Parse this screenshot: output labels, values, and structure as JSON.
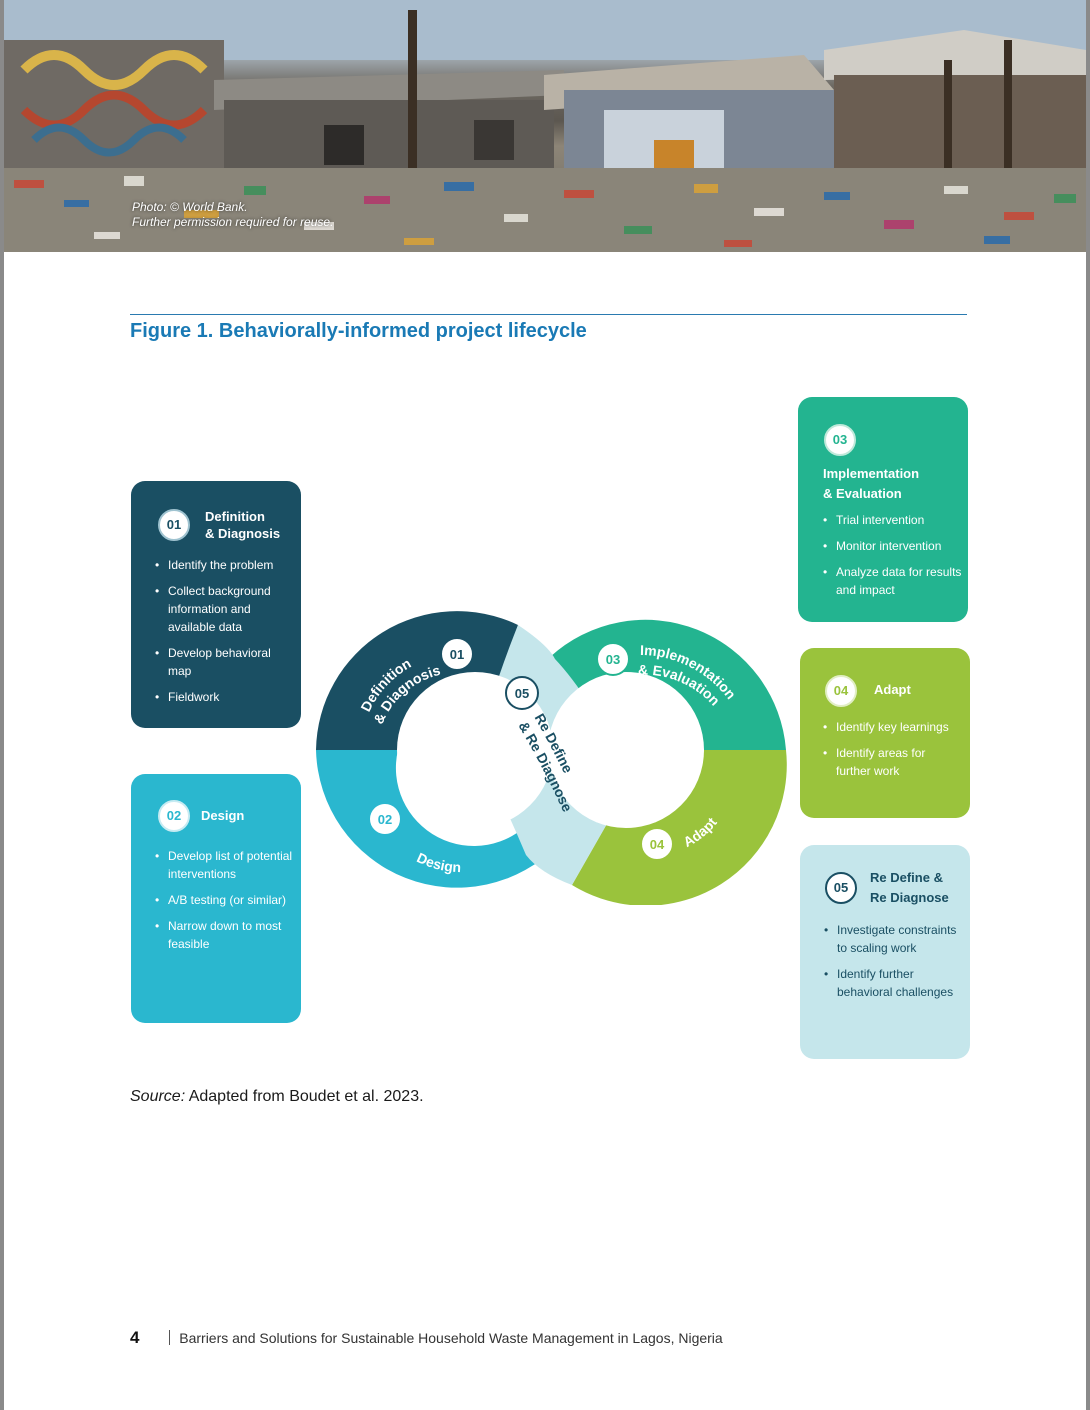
{
  "photo": {
    "credit_line1": "Photo: © World Bank.",
    "credit_line2": "Further permission required for reuse."
  },
  "figure": {
    "title": "Figure 1. Behaviorally-informed project lifecycle"
  },
  "diagram": {
    "seg1_num": "01",
    "seg1_line1": "Definition",
    "seg1_line2": "& Diagnosis",
    "seg2_num": "02",
    "seg2_label": "Design",
    "seg3_num": "03",
    "seg3_line1": "Implementation",
    "seg3_line2": "& Evaluation",
    "seg4_num": "04",
    "seg4_label": "Adapt",
    "seg5_num": "05",
    "seg5_line1": "Re Define",
    "seg5_line2": "& Re Diagnose",
    "colors": {
      "definition": "#1a4f63",
      "design": "#2ab7cf",
      "implementation": "#23b490",
      "adapt": "#9ac33c",
      "redefine": "#c5e6eb"
    }
  },
  "cards": {
    "c1": {
      "num": "01",
      "head_line1": "Definition",
      "head_line2": "& Diagnosis",
      "items": [
        "Identify the problem",
        "Collect background information and available data",
        "Develop behavioral map",
        "Fieldwork"
      ]
    },
    "c2": {
      "num": "02",
      "head": "Design",
      "items": [
        "Develop list of potential interventions",
        "A/B testing (or similar)",
        "Narrow down to most feasible"
      ]
    },
    "c3": {
      "num": "03",
      "head_line1": "Implementation",
      "head_line2": "& Evaluation",
      "items": [
        "Trial intervention",
        "Monitor intervention",
        "Analyze data for results and impact"
      ]
    },
    "c4": {
      "num": "04",
      "head": "Adapt",
      "items": [
        "Identify key learnings",
        "Identify areas for further work"
      ]
    },
    "c5": {
      "num": "05",
      "head_line1": "Re Define &",
      "head_line2": "Re Diagnose",
      "items": [
        "Investigate constraints to scaling work",
        "Identify further behavioral challenges"
      ]
    }
  },
  "source": {
    "label": "Source:",
    "text": " Adapted from Boudet et al. 2023."
  },
  "footer": {
    "page_number": "4",
    "title": "Barriers and Solutions for Sustainable Household Waste Management in Lagos, Nigeria"
  }
}
